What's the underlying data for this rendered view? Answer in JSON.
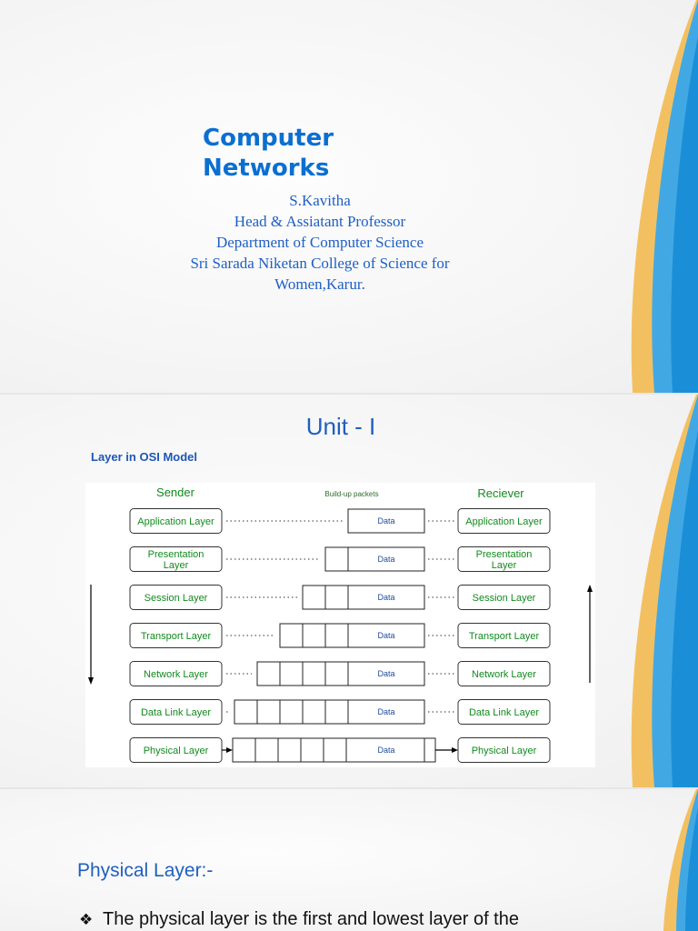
{
  "title_slide": {
    "title_line1": "Computer",
    "title_line2": "Networks",
    "author": "S.Kavitha",
    "role": "Head & Assiatant Professor",
    "department": "Department of Computer Science",
    "college_line1": "Sri Sarada Niketan College of Science for",
    "college_line2": "Women,Karur."
  },
  "unit_slide": {
    "title": "Unit - I",
    "caption": "Layer in OSI Model",
    "diagram": {
      "sender_label": "Sender",
      "receiver_label": "Reciever",
      "packets_label": "Build-up packets",
      "data_label": "Data",
      "layer_color": "#128a1e",
      "layers": [
        {
          "name": [
            "Application Layer"
          ],
          "header_cells": 0
        },
        {
          "name": [
            "Presentation",
            "Layer"
          ],
          "header_cells": 1
        },
        {
          "name": [
            "Session Layer"
          ],
          "header_cells": 2
        },
        {
          "name": [
            "Transport Layer"
          ],
          "header_cells": 3
        },
        {
          "name": [
            "Network Layer"
          ],
          "header_cells": 4
        },
        {
          "name": [
            "Data Link Layer"
          ],
          "header_cells": 5
        },
        {
          "name": [
            "Physical Layer"
          ],
          "header_cells": 5
        }
      ]
    }
  },
  "content_slide": {
    "heading": "Physical Layer:-",
    "bullet_icon": "four-diamond-bullet-icon",
    "bullet_text": "The physical layer is the first and lowest layer of the"
  },
  "colors": {
    "heading_blue": "#0b6fd0",
    "decor_blue": "#1591dc",
    "decor_gold": "#f2b84c"
  }
}
